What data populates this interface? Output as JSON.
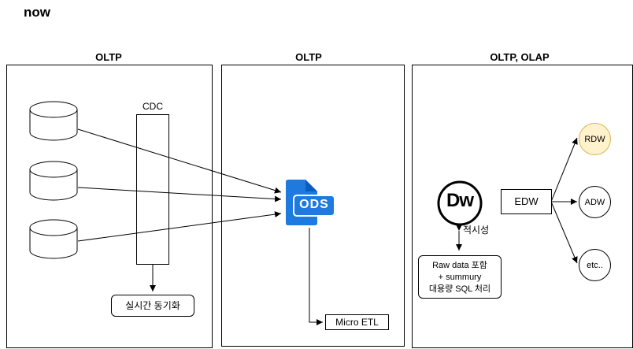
{
  "page": {
    "title": "now"
  },
  "panels": [
    {
      "label": "OLTP"
    },
    {
      "label": "OLTP"
    },
    {
      "label": "OLTP, OLAP"
    }
  ],
  "nodes": {
    "cdc": "CDC",
    "realtime_sync": "실시간 동기화",
    "ods_icon_text": "ODS",
    "micro_etl": "Micro ETL",
    "dw_logo_text": "Dw",
    "timeliness": "적시성",
    "raw_data_box": {
      "line1": "Raw data 포함",
      "line2": "+ summury",
      "line3": "대용량 SQL 처리"
    },
    "edw": "EDW",
    "rdw": "RDW",
    "adw": "ADW",
    "etc": "etc.."
  },
  "colors": {
    "ods_blue": "#1f7ae0",
    "rdw_fill": "#fff2cc",
    "rdw_border": "#d6b656"
  }
}
